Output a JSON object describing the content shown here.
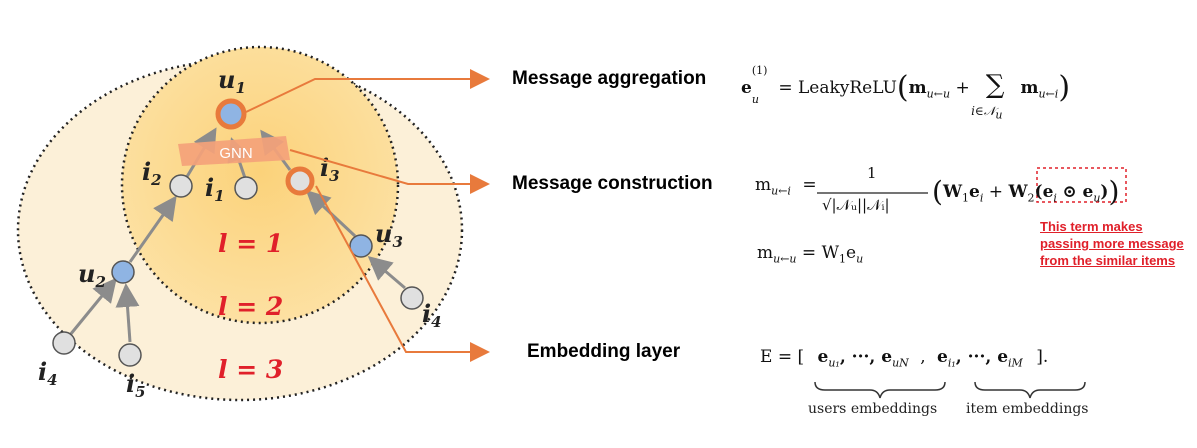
{
  "graph": {
    "gnn_label": "GNN",
    "node_labels": {
      "u1": "u",
      "u1_sub": "1",
      "u2": "u",
      "u2_sub": "2",
      "u3": "u",
      "u3_sub": "3",
      "i1": "i",
      "i1_sub": "1",
      "i2": "i",
      "i2_sub": "2",
      "i3": "i",
      "i3_sub": "3",
      "i4a": "i",
      "i4a_sub": "4",
      "i4b": "i",
      "i4b_sub": "4",
      "i5": "i",
      "i5_sub": "5"
    },
    "layers": {
      "l1": "l = 1",
      "l2": "l = 2",
      "l3": "l = 3"
    },
    "colors": {
      "user_node": "#8fb4e3",
      "item_node": "#e0e0e0",
      "highlight_ring": "#e87a3c",
      "arrow": "#e87a3c",
      "layer_text": "#e0202a",
      "inner_fill": "#fbd78a",
      "outer_fill": "#fdf0d2",
      "gnn_box": "#f4a27a"
    }
  },
  "callouts": {
    "aggregation": "Message aggregation",
    "construction": "Message construction",
    "embedding": "Embedding layer"
  },
  "equations": {
    "agg_lhs_e": "e",
    "agg_lhs_sup": "(1)",
    "agg_lhs_sub": "u",
    "agg_equals": "= LeakyReLU",
    "agg_m1": "m",
    "agg_m1_sub": "u←u",
    "agg_plus": "+",
    "agg_sum": "∑",
    "agg_sum_sub": "i∈𝒩",
    "agg_sum_sub2": "u",
    "agg_m2": "m",
    "agg_m2_sub": "u←i",
    "con_lhs": "m",
    "con_lhs_sub": "u←i",
    "con_equals": "=",
    "con_num": "1",
    "con_den": "√|𝒩ᵤ||𝒩ᵢ|",
    "con_w1": "W",
    "con_w1_sub": "1",
    "con_ei": "e",
    "con_ei_sub": "i",
    "con_plus": "+",
    "con_w2": "W",
    "con_w2_sub": "2",
    "con_had": "(e",
    "con_had_sub": "i",
    "con_odot": "⊙ e",
    "con_eu_sub": "u",
    "con_close": ")",
    "self_lhs": "m",
    "self_lhs_sub": "u←u",
    "self_rhs": "= W",
    "self_rhs_sub": "1",
    "self_e": "e",
    "self_e_sub": "u",
    "emb_lhs": "E = [",
    "emb_users": "e",
    "emb_u1": "u₁",
    "emb_dots1": ", ···, e",
    "emb_uN": "uN",
    "emb_comma": ",",
    "emb_items": "e",
    "emb_i1": "i₁",
    "emb_dots2": ", ···, e",
    "emb_iM": "iM",
    "emb_close": "].",
    "users_label": "users embeddings",
    "items_label": "item embeddings"
  },
  "note": "This term makes passing more message from the similar items"
}
